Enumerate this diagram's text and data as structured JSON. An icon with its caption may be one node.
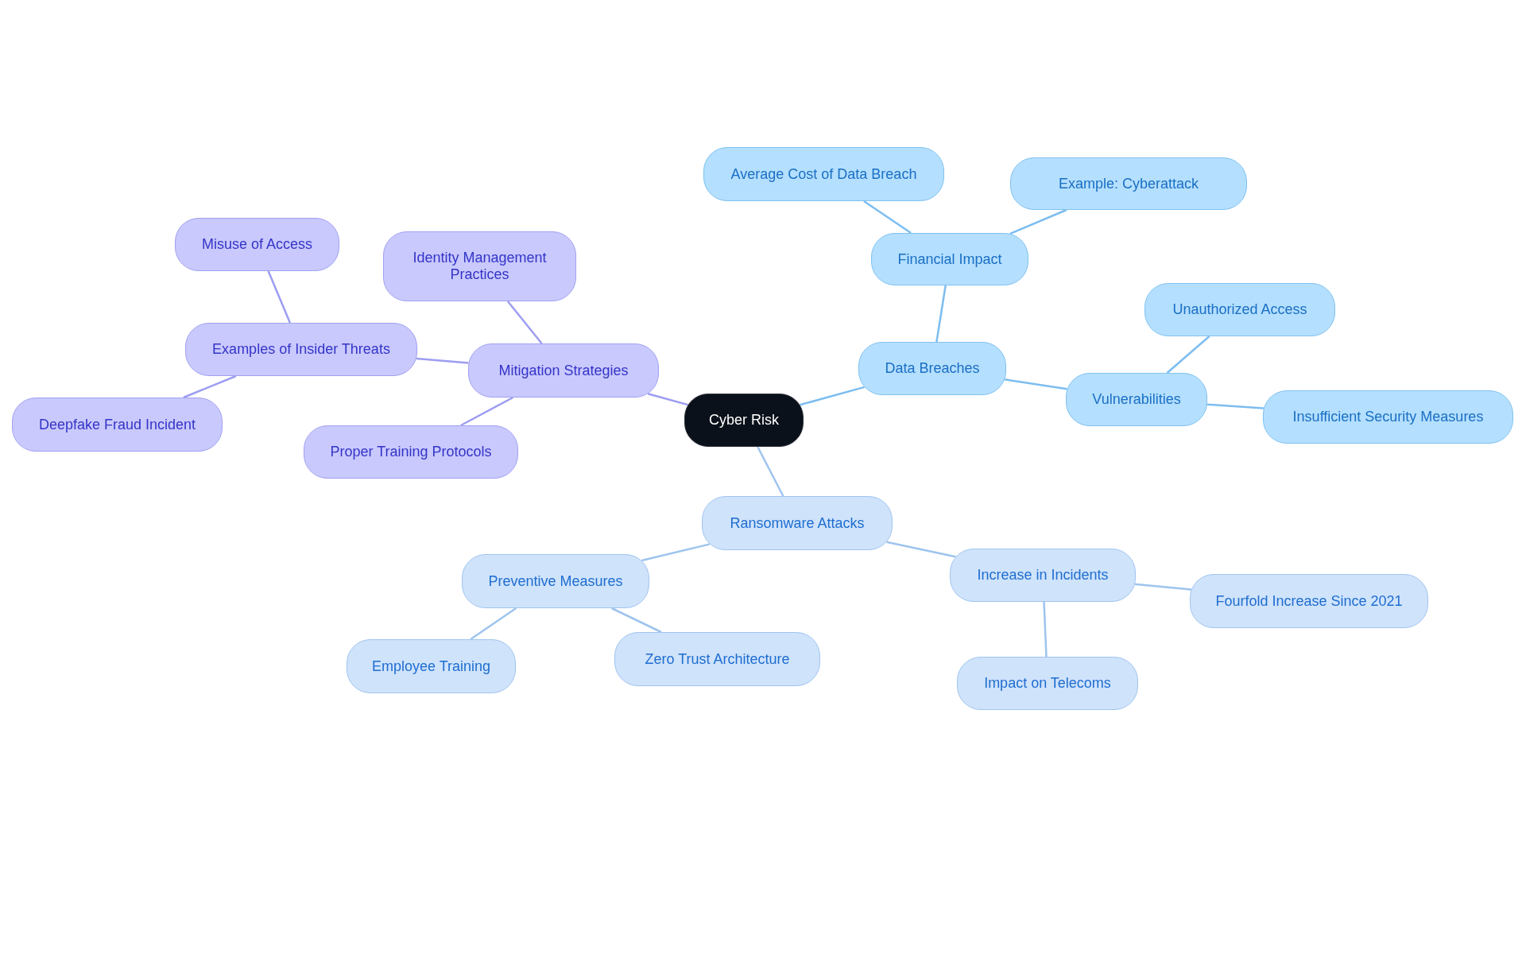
{
  "diagram": {
    "nodes": [
      {
        "text": [
          "Cyber Risk"
        ]
      },
      {
        "text": [
          "Mitigation Strategies"
        ]
      },
      {
        "text": [
          "Identity Management Practices"
        ]
      },
      {
        "text": [
          "Examples of Insider Threats"
        ]
      },
      {
        "text": [
          "Misuse of Access"
        ]
      },
      {
        "text": [
          "Deepfake Fraud Incident"
        ]
      },
      {
        "text": [
          "Proper Training Protocols"
        ]
      },
      {
        "text": [
          "Data Breaches"
        ]
      },
      {
        "text": [
          "Financial Impact"
        ]
      },
      {
        "text": [
          "Average Cost of Data Breach"
        ]
      },
      {
        "text": [
          "Example: Cyberattack"
        ]
      },
      {
        "text": [
          "Vulnerabilities"
        ]
      },
      {
        "text": [
          "Unauthorized Access"
        ]
      },
      {
        "text": [
          "Insufficient Security Measures"
        ]
      },
      {
        "text": [
          "Ransomware Attacks"
        ]
      },
      {
        "text": [
          "Preventive Measures"
        ]
      },
      {
        "text": [
          "Employee Training"
        ]
      },
      {
        "text": [
          "Zero Trust Architecture"
        ]
      },
      {
        "text": [
          "Increase in Incidents"
        ]
      },
      {
        "text": [
          "Fourfold Increase Since 2021"
        ]
      },
      {
        "text": [
          "Impact on Telecoms"
        ]
      }
    ],
    "edges": [
      {
        "from": 0,
        "to": 1,
        "arrow": "none",
        "color": "#9d9df2"
      },
      {
        "from": 1,
        "to": 2,
        "arrow": "none",
        "color": "#9d9df2"
      },
      {
        "from": 1,
        "to": 3,
        "arrow": "none",
        "color": "#9d9df2"
      },
      {
        "from": 3,
        "to": 4,
        "arrow": "none",
        "color": "#9d9df2"
      },
      {
        "from": 3,
        "to": 5,
        "arrow": "none",
        "color": "#9d9df2"
      },
      {
        "from": 1,
        "to": 6,
        "arrow": "none",
        "color": "#9d9df2"
      },
      {
        "from": 0,
        "to": 7,
        "arrow": "none"
      },
      {
        "from": 7,
        "to": 8,
        "arrow": "none"
      },
      {
        "from": 8,
        "to": 9,
        "arrow": "none"
      },
      {
        "from": 8,
        "to": 10,
        "arrow": "none"
      },
      {
        "from": 7,
        "to": 11,
        "arrow": "none"
      },
      {
        "from": 11,
        "to": 12,
        "arrow": "none"
      },
      {
        "from": 11,
        "to": 13,
        "arrow": "none"
      },
      {
        "from": 0,
        "to": 14,
        "arrow": "none",
        "color": "#9ec4ee"
      },
      {
        "from": 14,
        "to": 15,
        "arrow": "none",
        "color": "#9ec4ee"
      },
      {
        "from": 15,
        "to": 16,
        "arrow": "none",
        "color": "#9ec4ee"
      },
      {
        "from": 15,
        "to": 17,
        "arrow": "none",
        "color": "#9ec4ee"
      },
      {
        "from": 14,
        "to": 18,
        "arrow": "none",
        "color": "#9ec4ee"
      },
      {
        "from": 18,
        "to": 19,
        "arrow": "none",
        "color": "#9ec4ee"
      },
      {
        "from": 18,
        "to": 20,
        "arrow": "none",
        "color": "#9ec4ee"
      }
    ]
  }
}
